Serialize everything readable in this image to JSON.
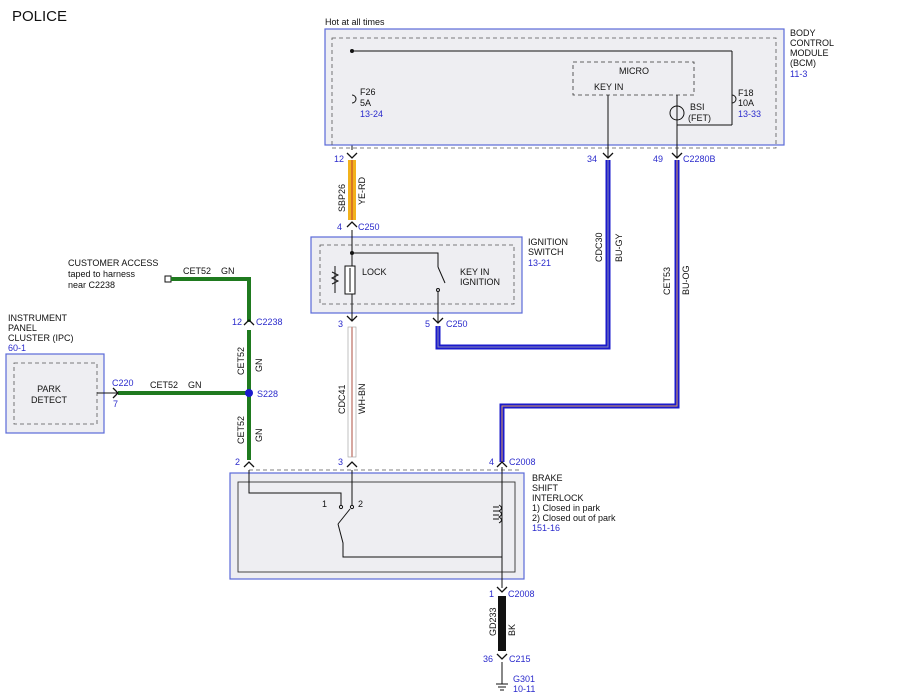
{
  "page": {
    "title": "POLICE"
  },
  "colors": {
    "yellow_wire": "#f2b21c",
    "green_wire": "#1f7a1f",
    "blue_wire": "#1a1acc",
    "black_wire": "#111111",
    "wh_bn_stripe": "#c98a80",
    "box_border": "#5a6ad8",
    "ref_text": "#2b2bcc"
  },
  "hot_label": "Hot at all times",
  "bcm": {
    "title_lines": [
      "BODY",
      "CONTROL",
      "MODULE",
      "(BCM)"
    ],
    "ref": "11-3",
    "micro_label": "MICRO",
    "key_in_label": "KEY IN",
    "fuse_f26": {
      "name": "F26",
      "rating": "5A",
      "ref": "13-24"
    },
    "fuse_f18": {
      "name": "F18",
      "rating": "10A",
      "ref": "13-33"
    },
    "bsi_label": "BSI",
    "fet_label": "(FET)",
    "pin_12": "12",
    "pin_34": "34",
    "pin_49": "49",
    "connector": "C2280B"
  },
  "ignition_switch": {
    "title_lines": [
      "IGNITION",
      "SWITCH"
    ],
    "ref": "13-21",
    "lock_label": "LOCK",
    "key_in_lines": [
      "KEY IN",
      "IGNITION"
    ],
    "pin_top": "4",
    "conn_top": "C250",
    "pin_bottom_left": "3",
    "pin_bottom_right": "5",
    "conn_bottom": "C250"
  },
  "wires": {
    "sbp26": {
      "circuit": "SBP26",
      "color": "YE-RD"
    },
    "cdc30": {
      "circuit": "CDC30",
      "color": "BU-GY"
    },
    "cet53": {
      "circuit": "CET53",
      "color": "BU-OG"
    },
    "cdc41": {
      "circuit": "CDC41",
      "color": "WH-BN"
    },
    "cet52_top": {
      "circuit": "CET52",
      "color": "GN"
    },
    "cet52_vert1": {
      "circuit": "CET52",
      "color": "GN"
    },
    "cet52_horiz": {
      "circuit": "CET52",
      "color": "GN"
    },
    "cet52_vert2": {
      "circuit": "CET52",
      "color": "GN"
    },
    "gd233": {
      "circuit": "GD233",
      "color": "BK"
    }
  },
  "customer_access": {
    "lines": [
      "CUSTOMER ACCESS",
      "taped to harness",
      "near C2238"
    ]
  },
  "ipc": {
    "title_lines": [
      "INSTRUMENT",
      "PANEL",
      "CLUSTER (IPC)"
    ],
    "ref": "60-1",
    "inner_lines": [
      "PARK",
      "DETECT"
    ],
    "connector": "C220",
    "pin": "7"
  },
  "c2238": {
    "pin": "12",
    "connector": "C2238"
  },
  "splice": {
    "name": "S228"
  },
  "bsi_module": {
    "title_lines": [
      "BRAKE",
      "SHIFT",
      "INTERLOCK"
    ],
    "notes": [
      "1) Closed in park",
      "2) Closed out of park"
    ],
    "ref": "151-16",
    "pin_2": "2",
    "pin_3": "3",
    "pin_4": "4",
    "connector_top": "C2008",
    "switch_pos_1": "1",
    "switch_pos_2": "2",
    "pin_bottom": "1",
    "connector_bottom": "C2008"
  },
  "ground": {
    "pin": "36",
    "connector": "C215",
    "name": "G301",
    "ref": "10-11"
  }
}
